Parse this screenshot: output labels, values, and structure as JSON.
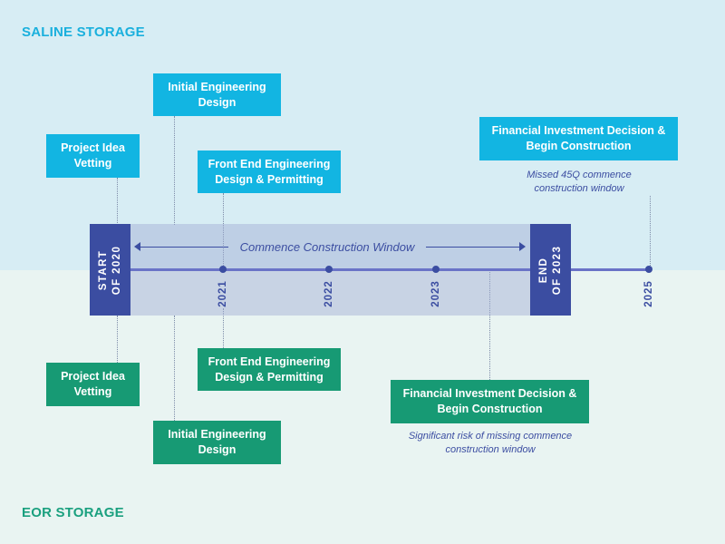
{
  "sections": {
    "saline": "SALINE STORAGE",
    "eor": "EOR STORAGE"
  },
  "timeline": {
    "start_label": [
      "START",
      "OF 2020"
    ],
    "end_label": [
      "END",
      "OF 2023"
    ],
    "window_label": "Commence Construction Window",
    "years": [
      "2021",
      "2022",
      "2023",
      "2025"
    ]
  },
  "saline_boxes": {
    "project_idea": "Project Idea Vetting",
    "initial_engineering": "Initial Engineering Design",
    "feed_permitting": "Front End Engineering Design & Permitting",
    "fid": "Financial Investment Decision & Begin Construction",
    "fid_note": "Missed 45Q commence construction window"
  },
  "eor_boxes": {
    "project_idea": "Project Idea Vetting",
    "initial_engineering": "Initial Engineering Design",
    "feed_permitting": "Front End Engineering Design & Permitting",
    "fid": "Financial Investment Decision & Begin Construction",
    "fid_note": "Significant risk of missing commence construction window"
  },
  "colors": {
    "saline_band": "#d7edf4",
    "eor_band": "#e9f4f2",
    "saline_box": "#12b5e2",
    "eor_box": "#179a74",
    "timeline": "#3b4da1",
    "window": "#a0aad2"
  }
}
